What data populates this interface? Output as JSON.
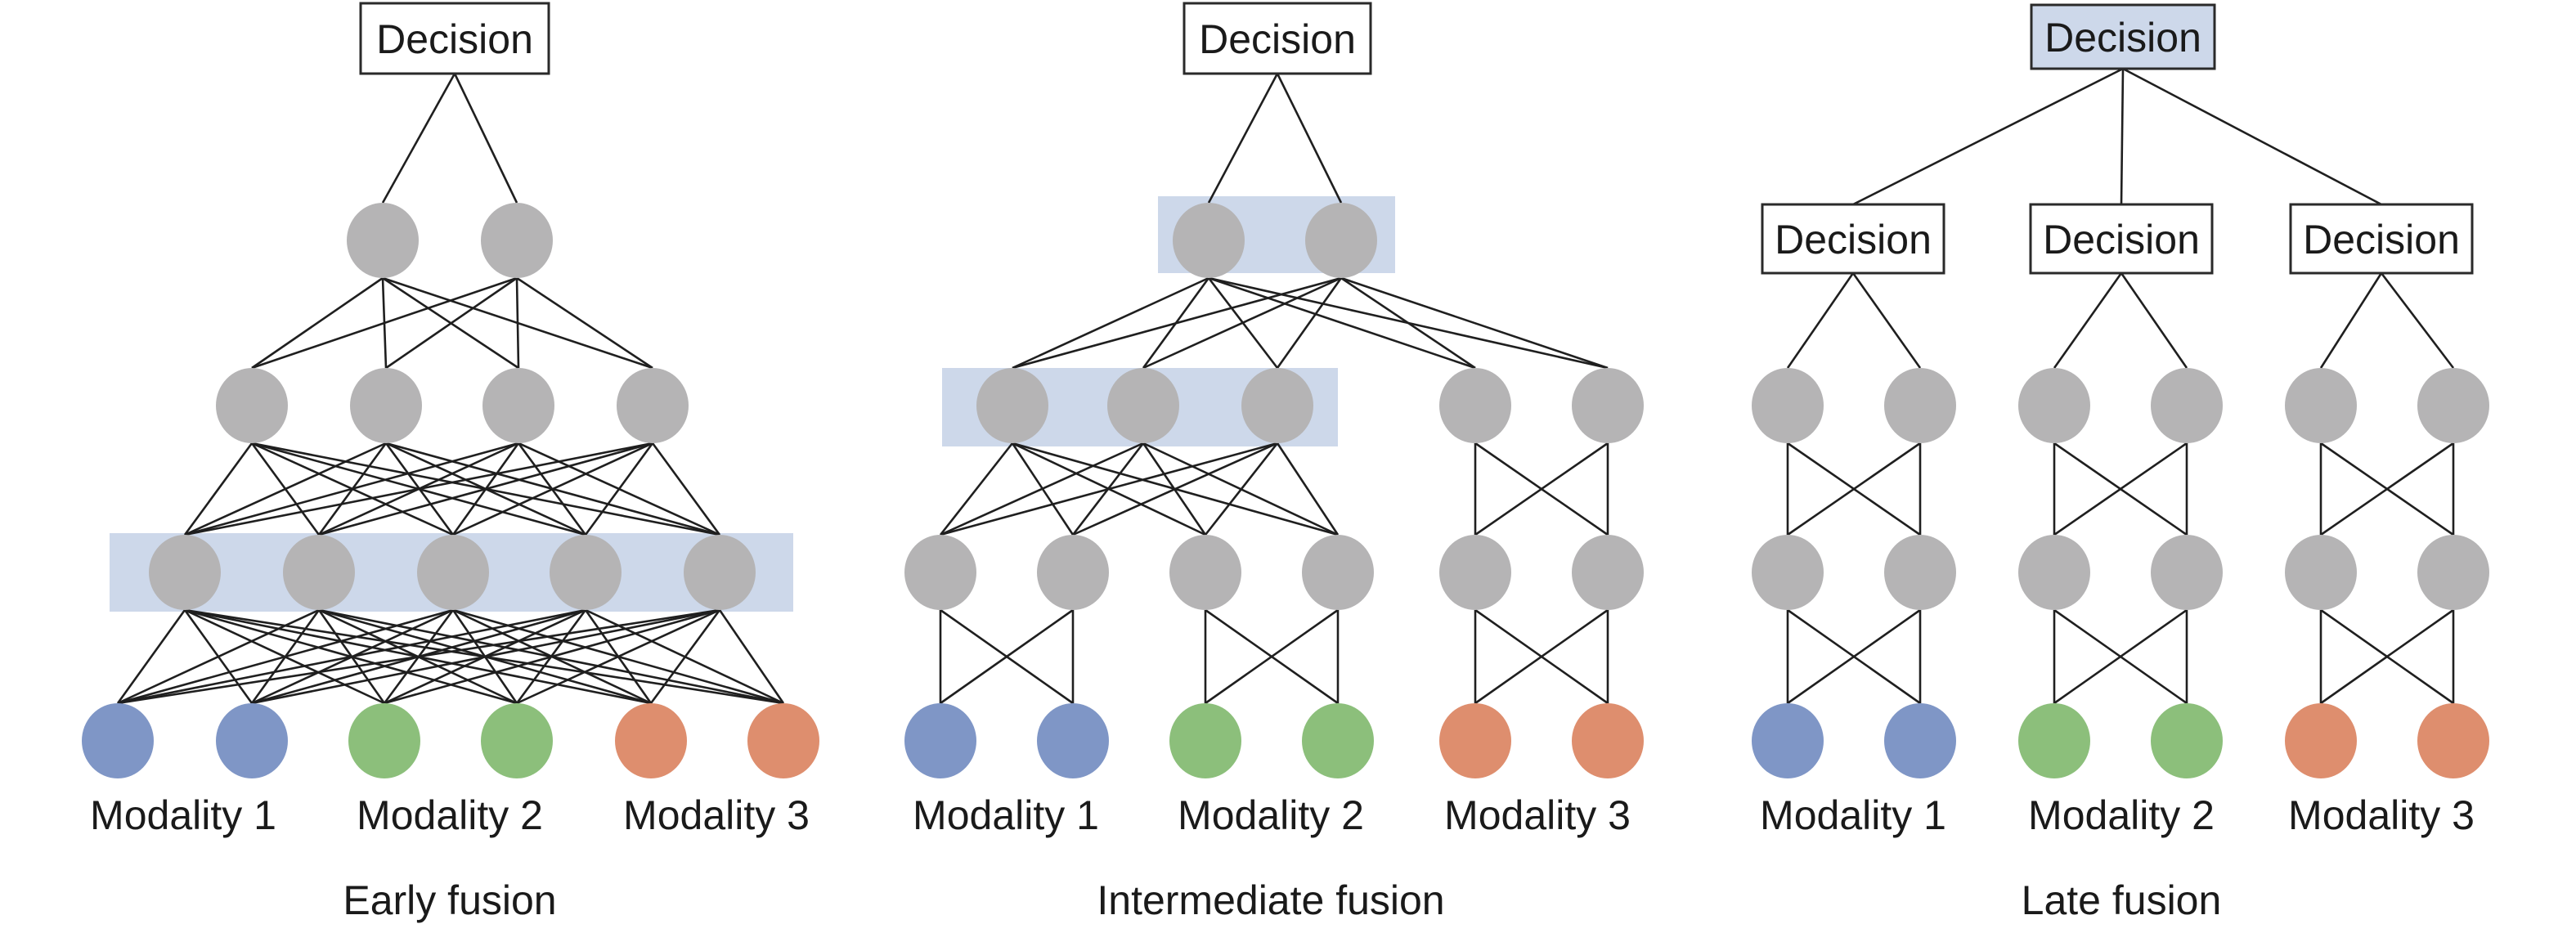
{
  "colors": {
    "hidden_node": "#b5b4b5",
    "highlight_band": "#cdd8ea",
    "modality_1": "#7f96c6",
    "modality_2": "#8cbf7b",
    "modality_3": "#de8e6e",
    "edge": "#1f1f1f"
  },
  "panels": [
    {
      "caption": "Early fusion",
      "decision": "Decision",
      "modalities": [
        "Modality 1",
        "Modality 2",
        "Modality 3"
      ]
    },
    {
      "caption": "Intermediate fusion",
      "decision": "Decision",
      "modalities": [
        "Modality 1",
        "Modality 2",
        "Modality 3"
      ]
    },
    {
      "caption": "Late fusion",
      "decision": "Decision",
      "sub_decisions": [
        "Decision",
        "Decision",
        "Decision"
      ],
      "modalities": [
        "Modality 1",
        "Modality 2",
        "Modality 3"
      ]
    }
  ]
}
